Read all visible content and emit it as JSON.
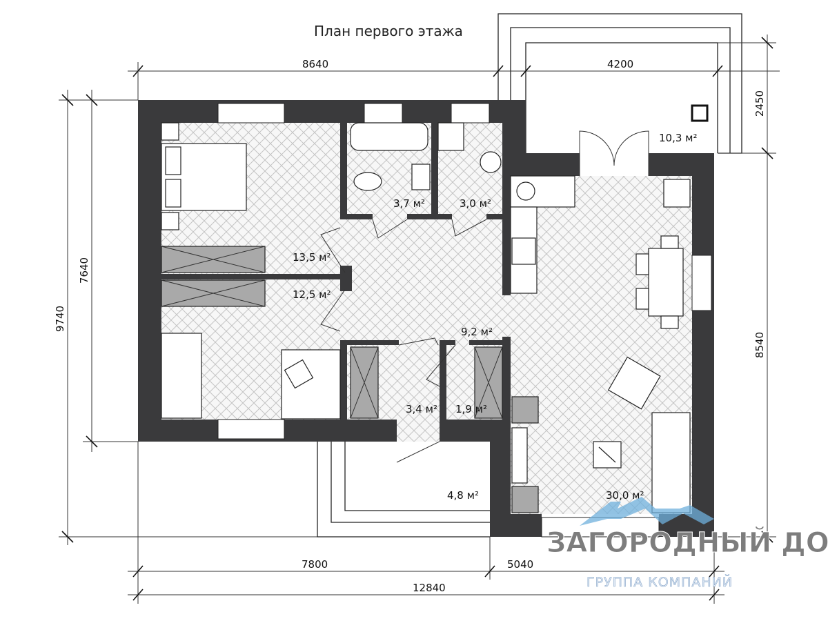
{
  "plan": {
    "title": "План первого этажа",
    "rooms": {
      "bedroom1": "13,5 м²",
      "bedroom2": "12,5 м²",
      "bathroom": "3,7 м²",
      "laundry": "3,0 м²",
      "hall": "9,2 м²",
      "vestibule": "3,4 м²",
      "closet": "1,9 м²",
      "porch": "4,8 м²",
      "living_kitchen": "30,0 м²",
      "terrace": "10,3 м²"
    },
    "dimensions": {
      "top_left": "8640",
      "top_right": "4200",
      "terrace_depth": "2450",
      "left_total": "9740",
      "left_inner": "7640",
      "right_inner": "8540",
      "bottom_left": "7800",
      "bottom_right": "5040",
      "bottom_total": "12840"
    }
  },
  "watermark": {
    "name": "ЗАГОРОДНЫЙ ДОМ",
    "subtitle": "ГРУППА КОМПАНИЙ"
  },
  "colors": {
    "wall": "#3a3a3c",
    "wardrobe": "#a9a9a9",
    "logo_roof": "#6fb0dc"
  }
}
